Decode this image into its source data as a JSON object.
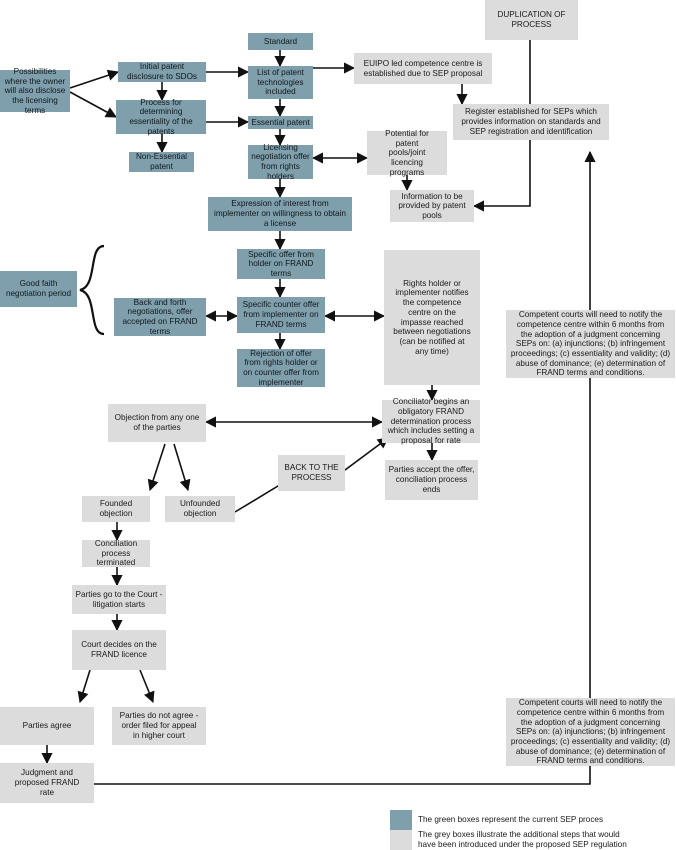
{
  "colors": {
    "green": "#7f9fac",
    "grey": "#dcdcdc",
    "line": "#111111"
  },
  "nodes": {
    "duplication": "DUPLICATION OF\nPROCESS",
    "possibilities": "Possibilities\nwhere the owner\nwill also disclose\nthe licensing\nterms",
    "initial_disclosure": "Initial patent\ndisclosure to SDOs",
    "essentiality_process": "Process for\ndetermining\nessentiality of the\npatents",
    "non_essential": "Non-Essential\npatent",
    "standard": "Standard",
    "list_patent_tech": "List of patent\ntechnologies\nincluded",
    "essential_patent": "Essential patent",
    "licensing_offer": "Licensing\nnegotiation offer\nfrom rights\nholders",
    "euipo": "EUIPO led competence centre is\nestablished due to SEP proposal",
    "register": "Register established for SEPs which\nprovides information on standards and\nSEP registration and identification",
    "patent_pools": "Potential for\npatent\npools/joint\nlicencing\nprograms",
    "info_pools": "Information to be\nprovided by patent\npools",
    "expression_interest": "Expression of interest from\nimplementer on willingness to obtain\na license",
    "good_faith": "Good faith\nnegotiation period",
    "specific_offer": "Specific offer from\nholder on FRAND\nterms",
    "back_forth": "Back and forth\nnegotiations, offer\naccepted on FRAND\nterms",
    "counter_offer": "Specific counter offer\nfrom implementer on\nFRAND terms",
    "rejection": "Rejection of offer\nfrom rights holder or\non counter offer from\nimplementer",
    "notify_impasse": "Rights holder or\nimplementer notifies\nthe competence\ncentre  on the\nimpasse reached\nbetween negotiations\n(can be notified at\nany time)",
    "courts_notify_1": "Competent courts will need to notify the\ncompetence centre within 6 months from\nthe adoption of a judgment concerning\nSEPs on: (a) injunctions; (b) infringement\nproceedings; (c) essentiality and validity; (d)\nabuse of dominance; (e) determination of\nFRAND terms and conditions.",
    "conciliator": "Conciliator begins an\nobligatory FRAND\ndetermination process\nwhich includes setting a\nproposal for rate",
    "objection": "Objection from any one\nof the parties",
    "back_to_process": "BACK TO THE\nPROCESS",
    "parties_accept": "Parties accept the offer,\nconciliation process\nends",
    "founded": "Founded\nobjection",
    "unfounded": "Unfounded\nobjection",
    "conciliation_terminated": "Conciliation\nprocess\nterminated",
    "court_litigation": "Parties go to the Court -\nlitigation starts",
    "court_decides": "Court decides on the\nFRAND licence",
    "parties_agree": "Parties agree",
    "parties_not_agree": "Parties do not agree -\norder filed for appeal\nin higher court",
    "judgment": "Judgment and\nproposed FRAND\nrate",
    "courts_notify_2": "Competent courts will need to notify the\ncompetence centre within 6 months from\nthe adoption of a judgment concerning\nSEPs on: (a) injunctions; (b) infringement\nproceedings; (c) essentiality and validity; (d)\nabuse of dominance; (e) determination of\nFRAND terms and conditions."
  },
  "legend": {
    "green_text": "The green boxes represent the current SEP proces",
    "grey_text": "The grey boxes illustrate the additional steps that would\nhave been introduced under the proposed SEP regulation"
  }
}
